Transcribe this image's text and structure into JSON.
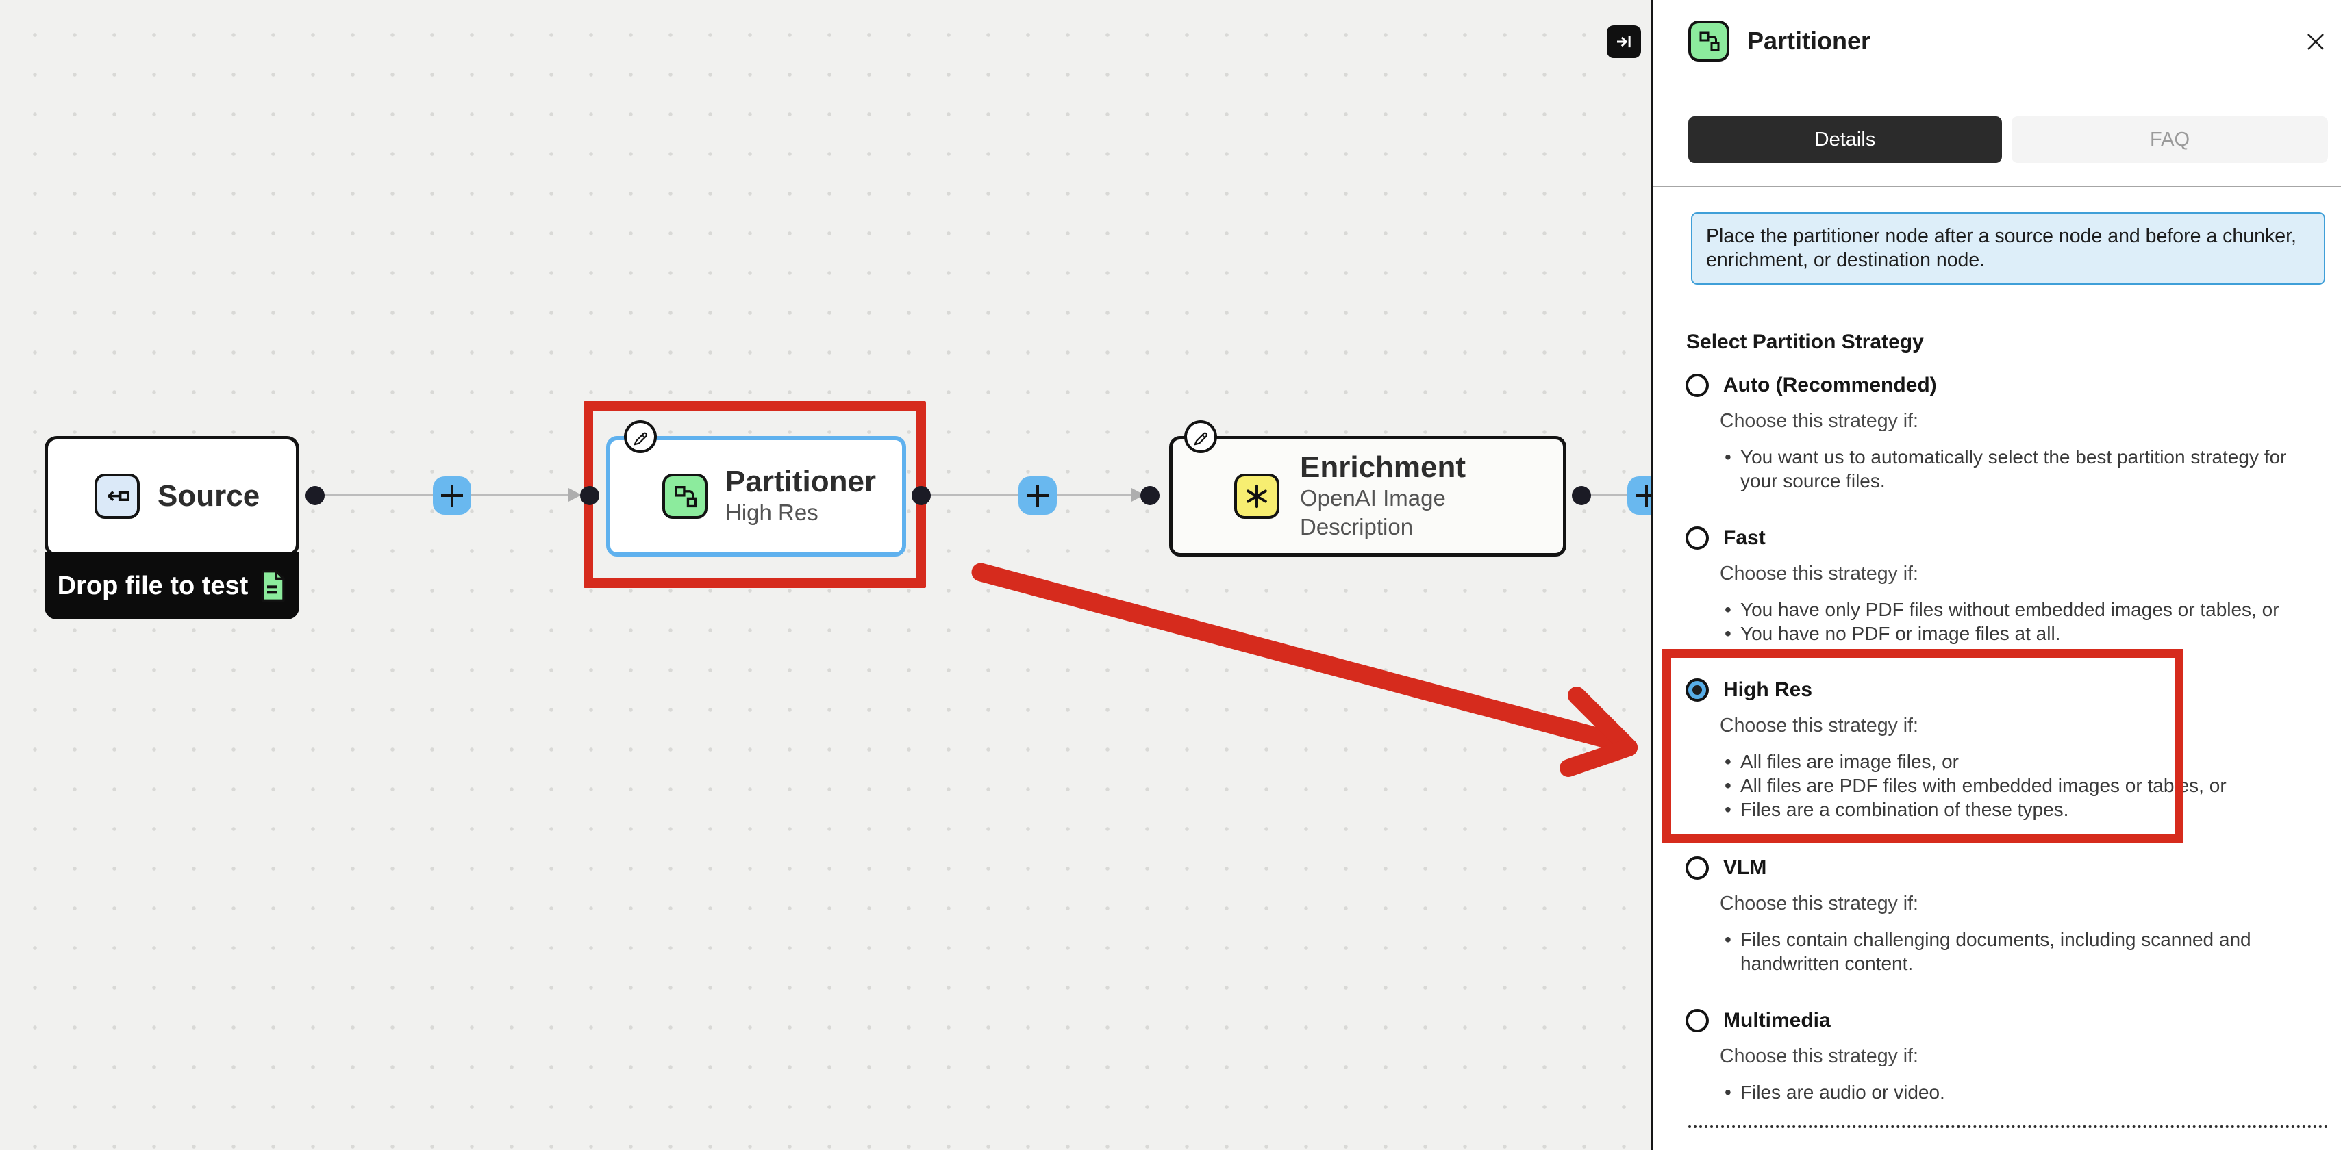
{
  "canvas": {
    "nodes": {
      "source": {
        "title": "Source",
        "badge": "Drop file to test"
      },
      "partitioner": {
        "title": "Partitioner",
        "subtitle": "High Res"
      },
      "enrichment": {
        "title": "Enrichment",
        "subtitle": "OpenAI Image Description"
      }
    }
  },
  "panel": {
    "title": "Partitioner",
    "tabs": [
      {
        "label": "Details"
      },
      {
        "label": "FAQ"
      }
    ],
    "info_text": "Place the partitioner node after a source node and before a chunker, enrichment, or destination node.",
    "strategy_heading": "Select Partition Strategy",
    "choose_prompt": "Choose this strategy if:",
    "options": [
      {
        "label": "Auto (Recommended)",
        "selected": false,
        "bullets": [
          "You want us to automatically select the best partition strategy for your source files."
        ]
      },
      {
        "label": "Fast",
        "selected": false,
        "bullets": [
          "You have only PDF files without embedded images or tables, or",
          "You have no PDF or image files at all."
        ]
      },
      {
        "label": "High Res",
        "selected": true,
        "bullets": [
          "All files are image files, or",
          "All files are PDF files with embedded images or tables, or",
          "Files are a combination of these types."
        ]
      },
      {
        "label": "VLM",
        "selected": false,
        "bullets": [
          "Files contain challenging documents, including scanned and handwritten content."
        ]
      },
      {
        "label": "Multimedia",
        "selected": false,
        "bullets": [
          "Files are audio or video."
        ]
      }
    ]
  },
  "colors": {
    "annotation_red": "#d62b1d",
    "selected_node_blue": "#5fb1ee",
    "add_button_blue": "#69b8ef",
    "radio_selected_blue": "#57ade7",
    "node_green": "#8ceb9d",
    "node_yellow": "#f7ee71",
    "node_lightblue": "#dbe9f8",
    "info_box_bg": "#ddeef9",
    "info_box_border": "#3f9fd8"
  }
}
